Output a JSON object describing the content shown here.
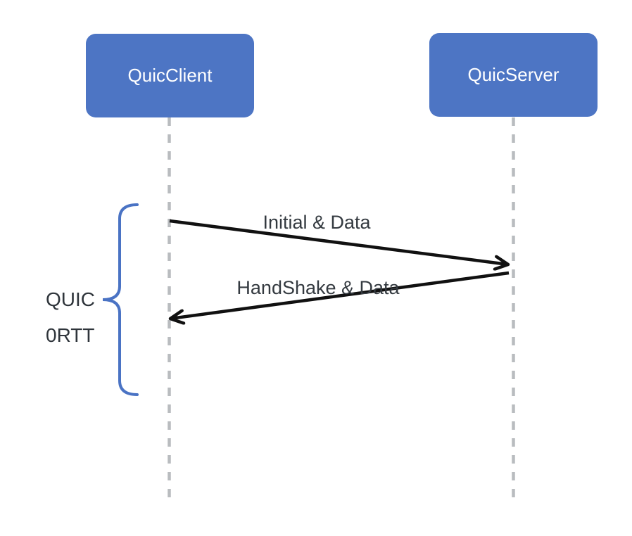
{
  "diagram": {
    "type": "sequence-diagram",
    "background": "#ffffff"
  },
  "actors": [
    {
      "id": "client",
      "label": "QuicClient"
    },
    {
      "id": "server",
      "label": "QuicServer"
    }
  ],
  "messages": [
    {
      "from": "QuicClient",
      "to": "QuicServer",
      "label": "Initial & Data",
      "direction": "right"
    },
    {
      "from": "QuicServer",
      "to": "QuicClient",
      "label": "HandShake & Data",
      "direction": "left"
    }
  ],
  "annotation": {
    "line1": "QUIC",
    "line2": "0RTT",
    "attached_to": "brace spanning both messages on client side"
  },
  "icons": {
    "brace": "left-curly-brace",
    "lifeline": "dashed-vertical-line",
    "arrowhead": "open-v-arrowhead"
  },
  "colors": {
    "actor_fill": "#4d75c4",
    "actor_text": "#ffffff",
    "brace_stroke": "#4a73c4",
    "lifeline_stroke": "#b9bcbf",
    "arrow_stroke": "#111111",
    "label_text": "#343a40",
    "background": "#ffffff"
  }
}
